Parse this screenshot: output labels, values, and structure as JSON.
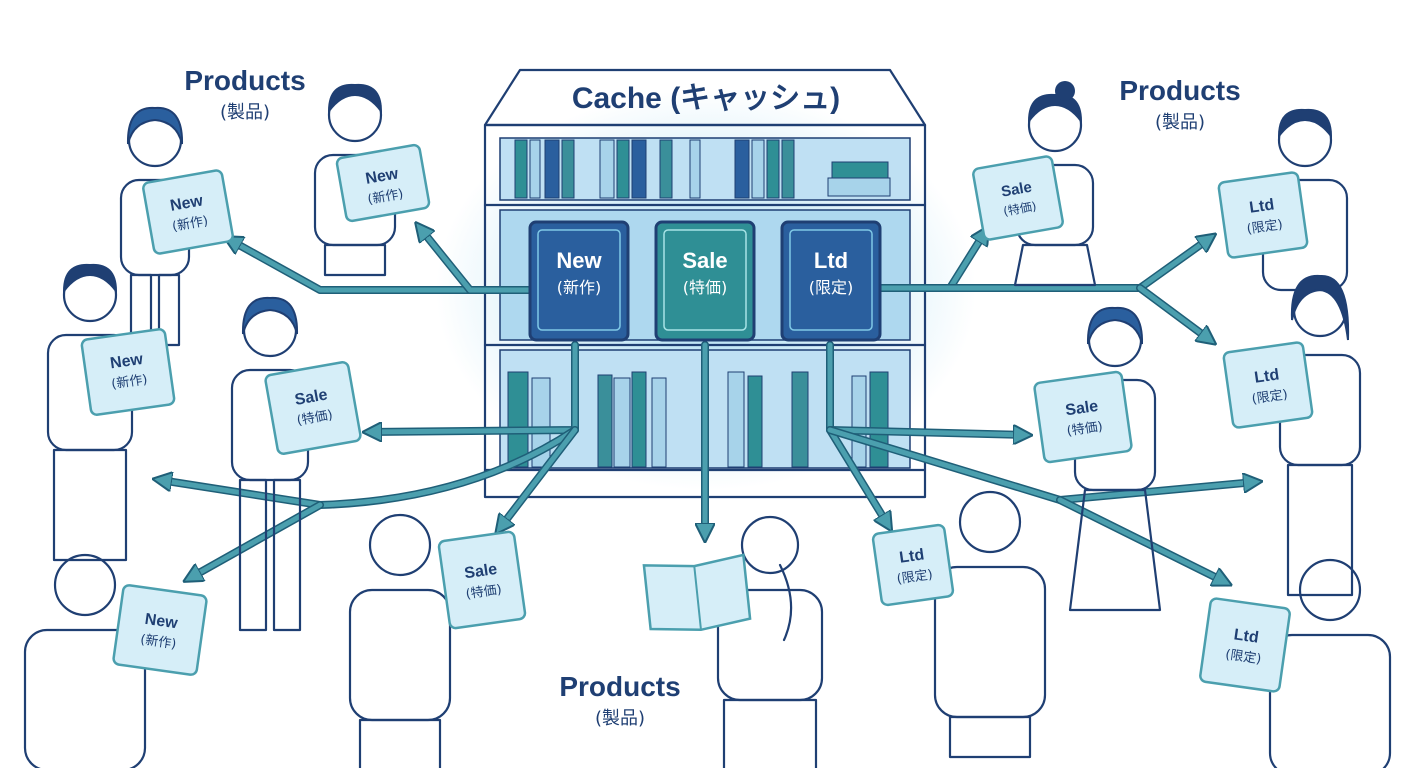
{
  "cache_label": "Cache (キャッシュ)",
  "products_label": "Products",
  "products_sub": "(製品)",
  "books": [
    {
      "en": "New",
      "jp": "(新作)"
    },
    {
      "en": "Sale",
      "jp": "(特価)"
    },
    {
      "en": "Ltd",
      "jp": "(限定)"
    }
  ],
  "colors": {
    "navy": "#1f3f73",
    "teal": "#3a8f9a",
    "arrow": "#4b9fae",
    "shelf": "#cfe6f5",
    "glow": "#7fc8e6",
    "book_blue": "#2a5f9e",
    "book_teal": "#2f8f95"
  }
}
